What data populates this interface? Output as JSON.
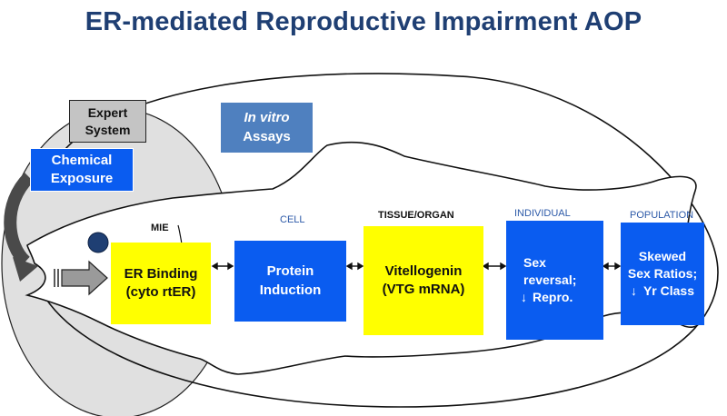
{
  "title": "ER-mediated Reproductive Impairment AOP",
  "expert_system": "Expert\nSystem",
  "invitro": {
    "line1": "In vitro",
    "line2": "Assays"
  },
  "chemical_exposure": "Chemical\nExposure",
  "levels": {
    "mie": "MIE",
    "cell": "CELL",
    "tissue": "TISSUE/ORGAN",
    "individual": "INDIVIDUAL",
    "population": "POPULATION"
  },
  "boxes": {
    "er_binding": "ER Binding\n(cyto rtER)",
    "protein_induction": "Protein\nInduction",
    "vitellogenin": "Vitellogenin\n(VTG mRNA)",
    "individual": {
      "line1": "Sex",
      "line2": "reversal;",
      "line3": "Repro."
    },
    "population": {
      "line1": "Skewed",
      "line2": "Sex Ratios;",
      "line3": "Yr Class"
    }
  },
  "colors": {
    "title": "#1f3f73",
    "box_blue": "#0a5cf0",
    "box_yellow": "#ffff00",
    "invitro_fill": "#4f80bf",
    "oval_fill": "#e0e0e0"
  }
}
